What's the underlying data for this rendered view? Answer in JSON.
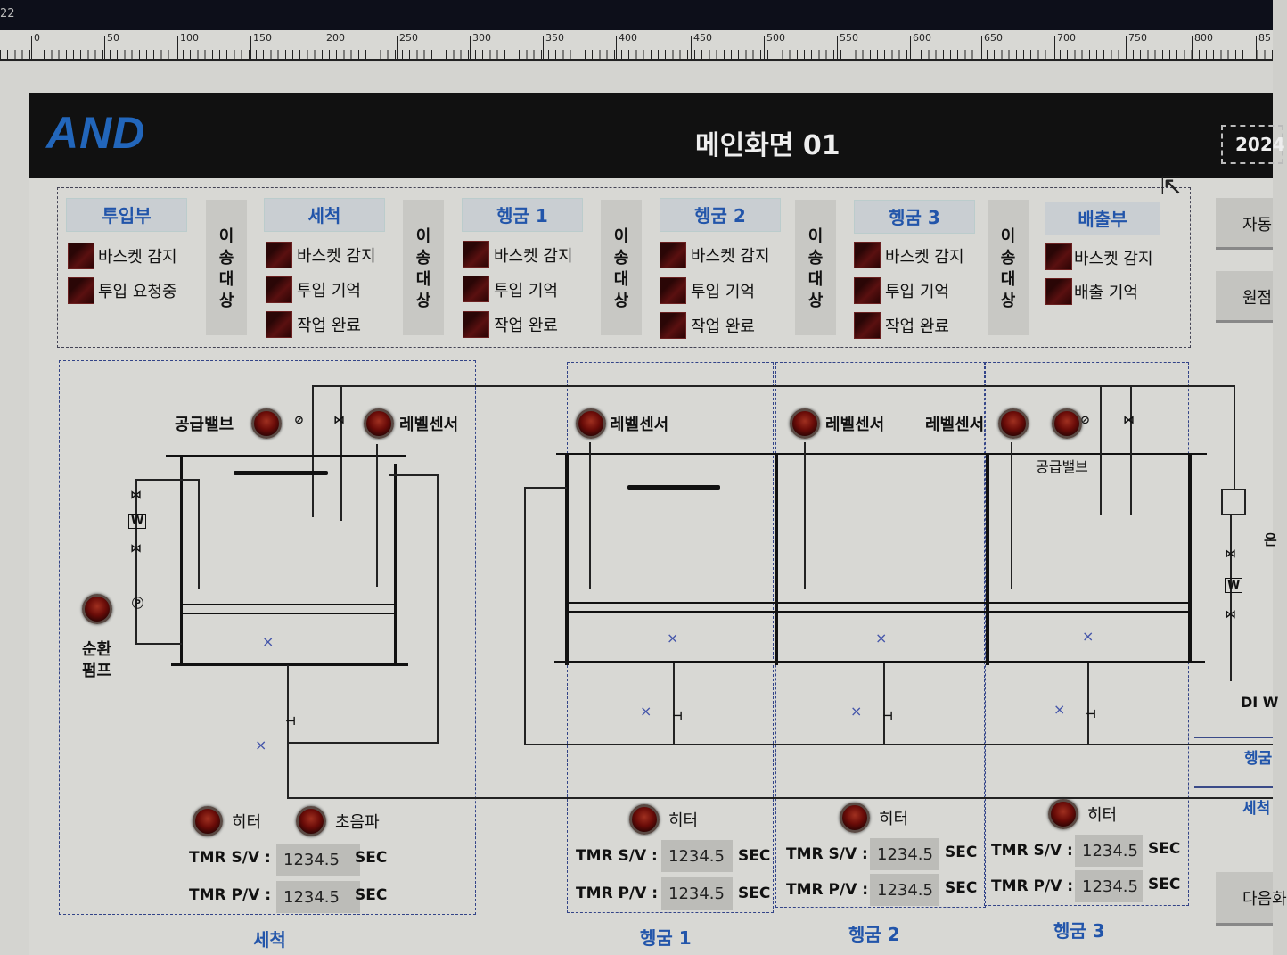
{
  "top_bar": {
    "number": "22"
  },
  "ruler": {
    "ticks": [
      "0",
      "50",
      "100",
      "150",
      "200",
      "250",
      "300",
      "350",
      "400",
      "450",
      "500",
      "550",
      "600",
      "650",
      "700",
      "750",
      "800",
      "85"
    ]
  },
  "header": {
    "logo": "AND",
    "title": "메인화면 01",
    "date": "2024"
  },
  "status": {
    "groups": [
      {
        "title": "투입부",
        "lamps": [
          "바스켓 감지",
          "투입 요청중"
        ]
      },
      {
        "title": "세척",
        "lamps": [
          "바스켓 감지",
          "투입 기억",
          "작업 완료"
        ]
      },
      {
        "title": "헹굼 1",
        "lamps": [
          "바스켓 감지",
          "투입 기억",
          "작업 완료"
        ]
      },
      {
        "title": "헹굼 2",
        "lamps": [
          "바스켓 감지",
          "투입 기억",
          "작업 완료"
        ]
      },
      {
        "title": "헹굼 3",
        "lamps": [
          "바스켓 감지",
          "투입 기억",
          "작업 완료"
        ]
      },
      {
        "title": "배출부",
        "lamps": [
          "바스켓 감지",
          "배출 기억"
        ]
      }
    ],
    "transfer_label": "이\n송\n대\n상"
  },
  "side_buttons": {
    "auto": "자동",
    "origin": "원점",
    "next": "다음화"
  },
  "side_labels": {
    "di": "DI W",
    "rinse": "헹굼",
    "wash": "세척",
    "on": "온"
  },
  "tanks": {
    "wash": {
      "name": "세척",
      "supply_valve": "공급밸브",
      "level_sensor": "레벨센서",
      "circ_pump": [
        "순환",
        "펌프"
      ],
      "heater": "히터",
      "ultrasonic": "초음파",
      "tmr_sv_label": "TMR S/V :",
      "tmr_pv_label": "TMR P/V :",
      "tmr_sv": "1234.5",
      "tmr_pv": "1234.5",
      "unit": "SEC"
    },
    "rinse1": {
      "name": "헹굼 1",
      "level_sensor": "레벨센서",
      "heater": "히터",
      "tmr_sv_label": "TMR S/V :",
      "tmr_pv_label": "TMR P/V :",
      "tmr_sv": "1234.5",
      "tmr_pv": "1234.5",
      "unit": "SEC"
    },
    "rinse2": {
      "name": "헹굼 2",
      "level_sensor": "레벨센서",
      "heater": "히터",
      "tmr_sv_label": "TMR S/V :",
      "tmr_pv_label": "TMR P/V :",
      "tmr_sv": "1234.5",
      "tmr_pv": "1234.5",
      "unit": "SEC"
    },
    "rinse3": {
      "name": "헹굼 3",
      "level_sensor": "레벨센서",
      "supply_valve": "공급밸브",
      "heater": "히터",
      "tmr_sv_label": "TMR S/V :",
      "tmr_pv_label": "TMR P/V :",
      "tmr_sv": "1234.5",
      "tmr_pv": "1234.5",
      "unit": "SEC"
    }
  },
  "colors": {
    "logo": "#2266bb",
    "group_title": "#2255aa",
    "lamp_off": "#3a0808",
    "header_bg": "#111111"
  }
}
